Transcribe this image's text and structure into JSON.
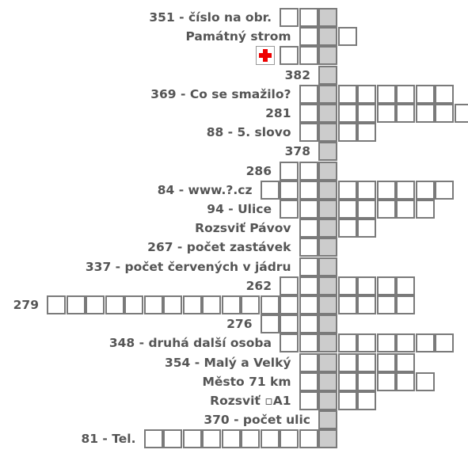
{
  "crossword": {
    "secret_column": 16,
    "rows": [
      {
        "clue": "351 - číslo na obr.",
        "start": 14,
        "len": 3
      },
      {
        "clue": "Památný strom",
        "start": 15,
        "len": 3
      },
      {
        "clue": "",
        "start": 14,
        "len": 3,
        "icon": "red-cross-icon"
      },
      {
        "clue": "382",
        "start": 16,
        "len": 1
      },
      {
        "clue": "369 - Co se smažilo?",
        "start": 15,
        "len": 8
      },
      {
        "clue": "281",
        "start": 15,
        "len": 9
      },
      {
        "clue": "88 - 5. slovo",
        "start": 15,
        "len": 4
      },
      {
        "clue": "378",
        "start": 16,
        "len": 1
      },
      {
        "clue": "286",
        "start": 14,
        "len": 3
      },
      {
        "clue": "84 - www.?.cz",
        "start": 13,
        "len": 10
      },
      {
        "clue": "94 - Ulice",
        "start": 14,
        "len": 8
      },
      {
        "clue": "Rozsviť Pávov",
        "start": 15,
        "len": 4
      },
      {
        "clue": "267 - počet zastávek",
        "start": 15,
        "len": 2
      },
      {
        "clue": "337 - počet červených v jádru",
        "start": 15,
        "len": 2
      },
      {
        "clue": "262",
        "start": 14,
        "len": 7
      },
      {
        "clue": "279",
        "start": 2,
        "len": 19
      },
      {
        "clue": "276",
        "start": 13,
        "len": 4
      },
      {
        "clue": "348 - druhá další osoba",
        "start": 14,
        "len": 9
      },
      {
        "clue": "354 - Malý a Velký",
        "start": 15,
        "len": 6
      },
      {
        "clue": "Město 71 km",
        "start": 15,
        "len": 7
      },
      {
        "clue": "Rozsviť ▫A1",
        "start": 15,
        "len": 4
      },
      {
        "clue": "370 - počet ulic",
        "start": 16,
        "len": 1
      },
      {
        "clue": "81 - Tel.",
        "start": 7,
        "len": 10
      }
    ]
  }
}
